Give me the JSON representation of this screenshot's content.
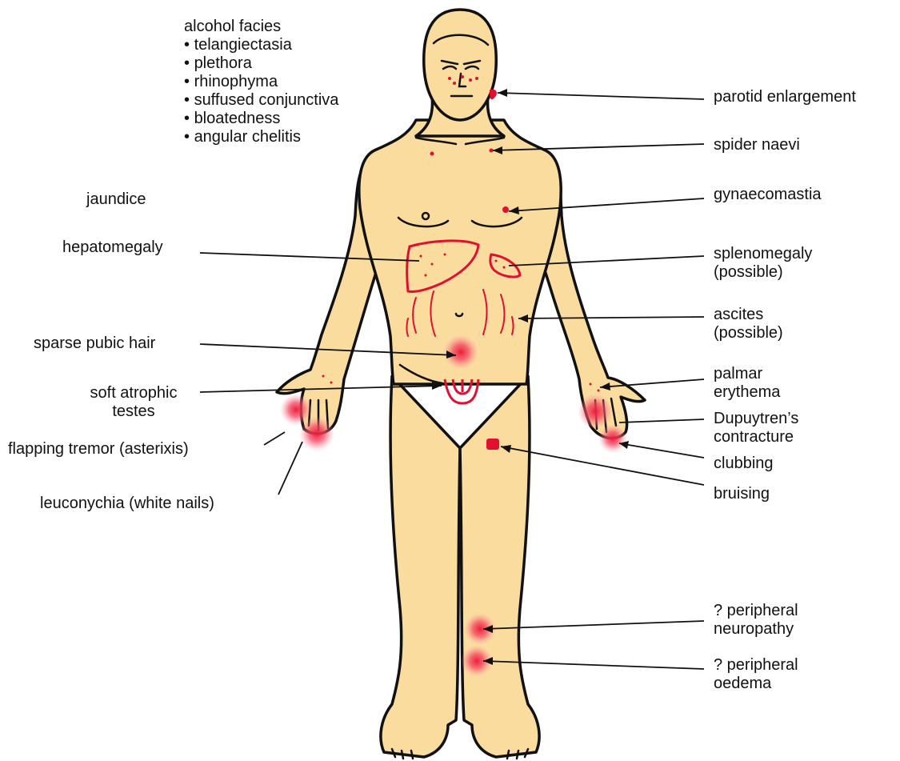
{
  "colors": {
    "skin": "#fbdc9f",
    "outline": "#111111",
    "sign_red": "#e11030",
    "glow_red": "#f2475f",
    "text": "#111111"
  },
  "labels": {
    "alcohol_facies": {
      "title": "alcohol facies",
      "items": [
        "telangiectasia",
        "plethora",
        "rhinophyma",
        "suffused conjunctiva",
        "bloatedness",
        "angular chelitis"
      ]
    },
    "jaundice": "jaundice",
    "hepatomegaly": "hepatomegaly",
    "sparse_pubic_hair": "sparse pubic hair",
    "soft_atrophic_testes": [
      "soft atrophic",
      "testes"
    ],
    "flapping_tremor": "flapping tremor (asterixis)",
    "leuconychia": "leuconychia (white nails)",
    "parotid_enlargement": "parotid enlargement",
    "spider_naevi": "spider naevi",
    "gynaecomastia": "gynaecomastia",
    "splenomegaly": [
      "splenomegaly",
      "(possible)"
    ],
    "ascites": [
      "ascites",
      "(possible)"
    ],
    "palmar_erythema": [
      "palmar",
      "erythema"
    ],
    "dupuytrens_contracture": [
      "Dupuytren’s",
      "contracture"
    ],
    "clubbing": "clubbing",
    "bruising": "bruising",
    "peripheral_neuropathy": [
      "? peripheral",
      "neuropathy"
    ],
    "peripheral_oedema": [
      "? peripheral",
      "oedema"
    ]
  }
}
